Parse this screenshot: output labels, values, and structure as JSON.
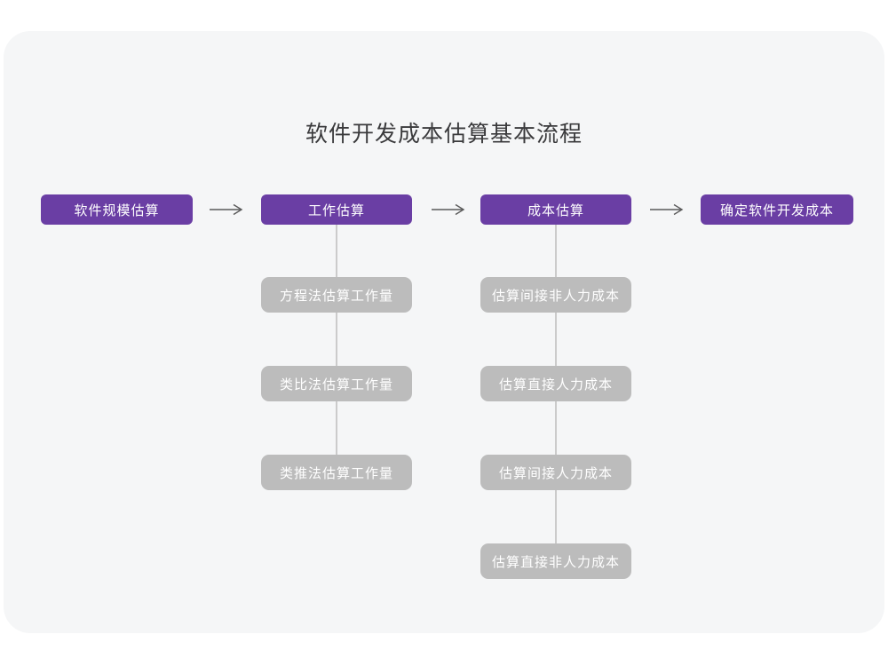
{
  "page": {
    "title": "软件开发成本估算基本流程"
  },
  "flow": {
    "stages": [
      {
        "label": "软件规模估算",
        "children": []
      },
      {
        "label": "工作估算",
        "children": [
          "方程法估算工作量",
          "类比法估算工作量",
          "类推法估算工作量"
        ]
      },
      {
        "label": "成本估算",
        "children": [
          "估算间接非人力成本",
          "估算直接人力成本",
          "估算间接人力成本",
          "估算直接非人力成本"
        ]
      },
      {
        "label": "确定软件开发成本",
        "children": []
      }
    ]
  },
  "icons": {
    "arrow_right": "→"
  },
  "colors": {
    "stage_fill": "#6A3EA4",
    "sub_fill": "#BCBCBC",
    "connector": "#CBCBCB",
    "arrow": "#5A5A5A",
    "card_bg": "#F5F6F7",
    "page_bg": "#FFFFFF",
    "title_color": "#3A3A3C"
  }
}
